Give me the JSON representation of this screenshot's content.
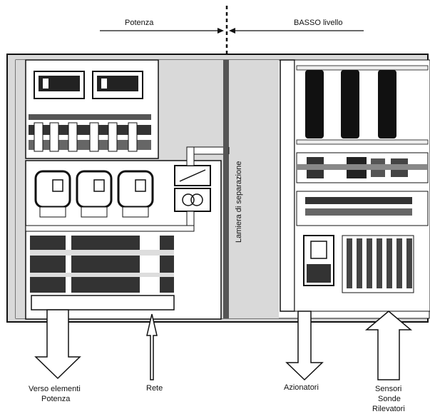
{
  "header": {
    "left_label": "Potenza",
    "right_label": "BASSO livello"
  },
  "divider": {
    "label": "Lamiera di separazione"
  },
  "bottom_labels": {
    "verso_line1": "Verso elementi",
    "verso_line2": "Potenza",
    "rete": "Rete",
    "azionatori": "Azionatori",
    "sensori_line1": "Sensori",
    "sensori_line2": "Sonde",
    "sensori_line3": "Rilevatori"
  }
}
